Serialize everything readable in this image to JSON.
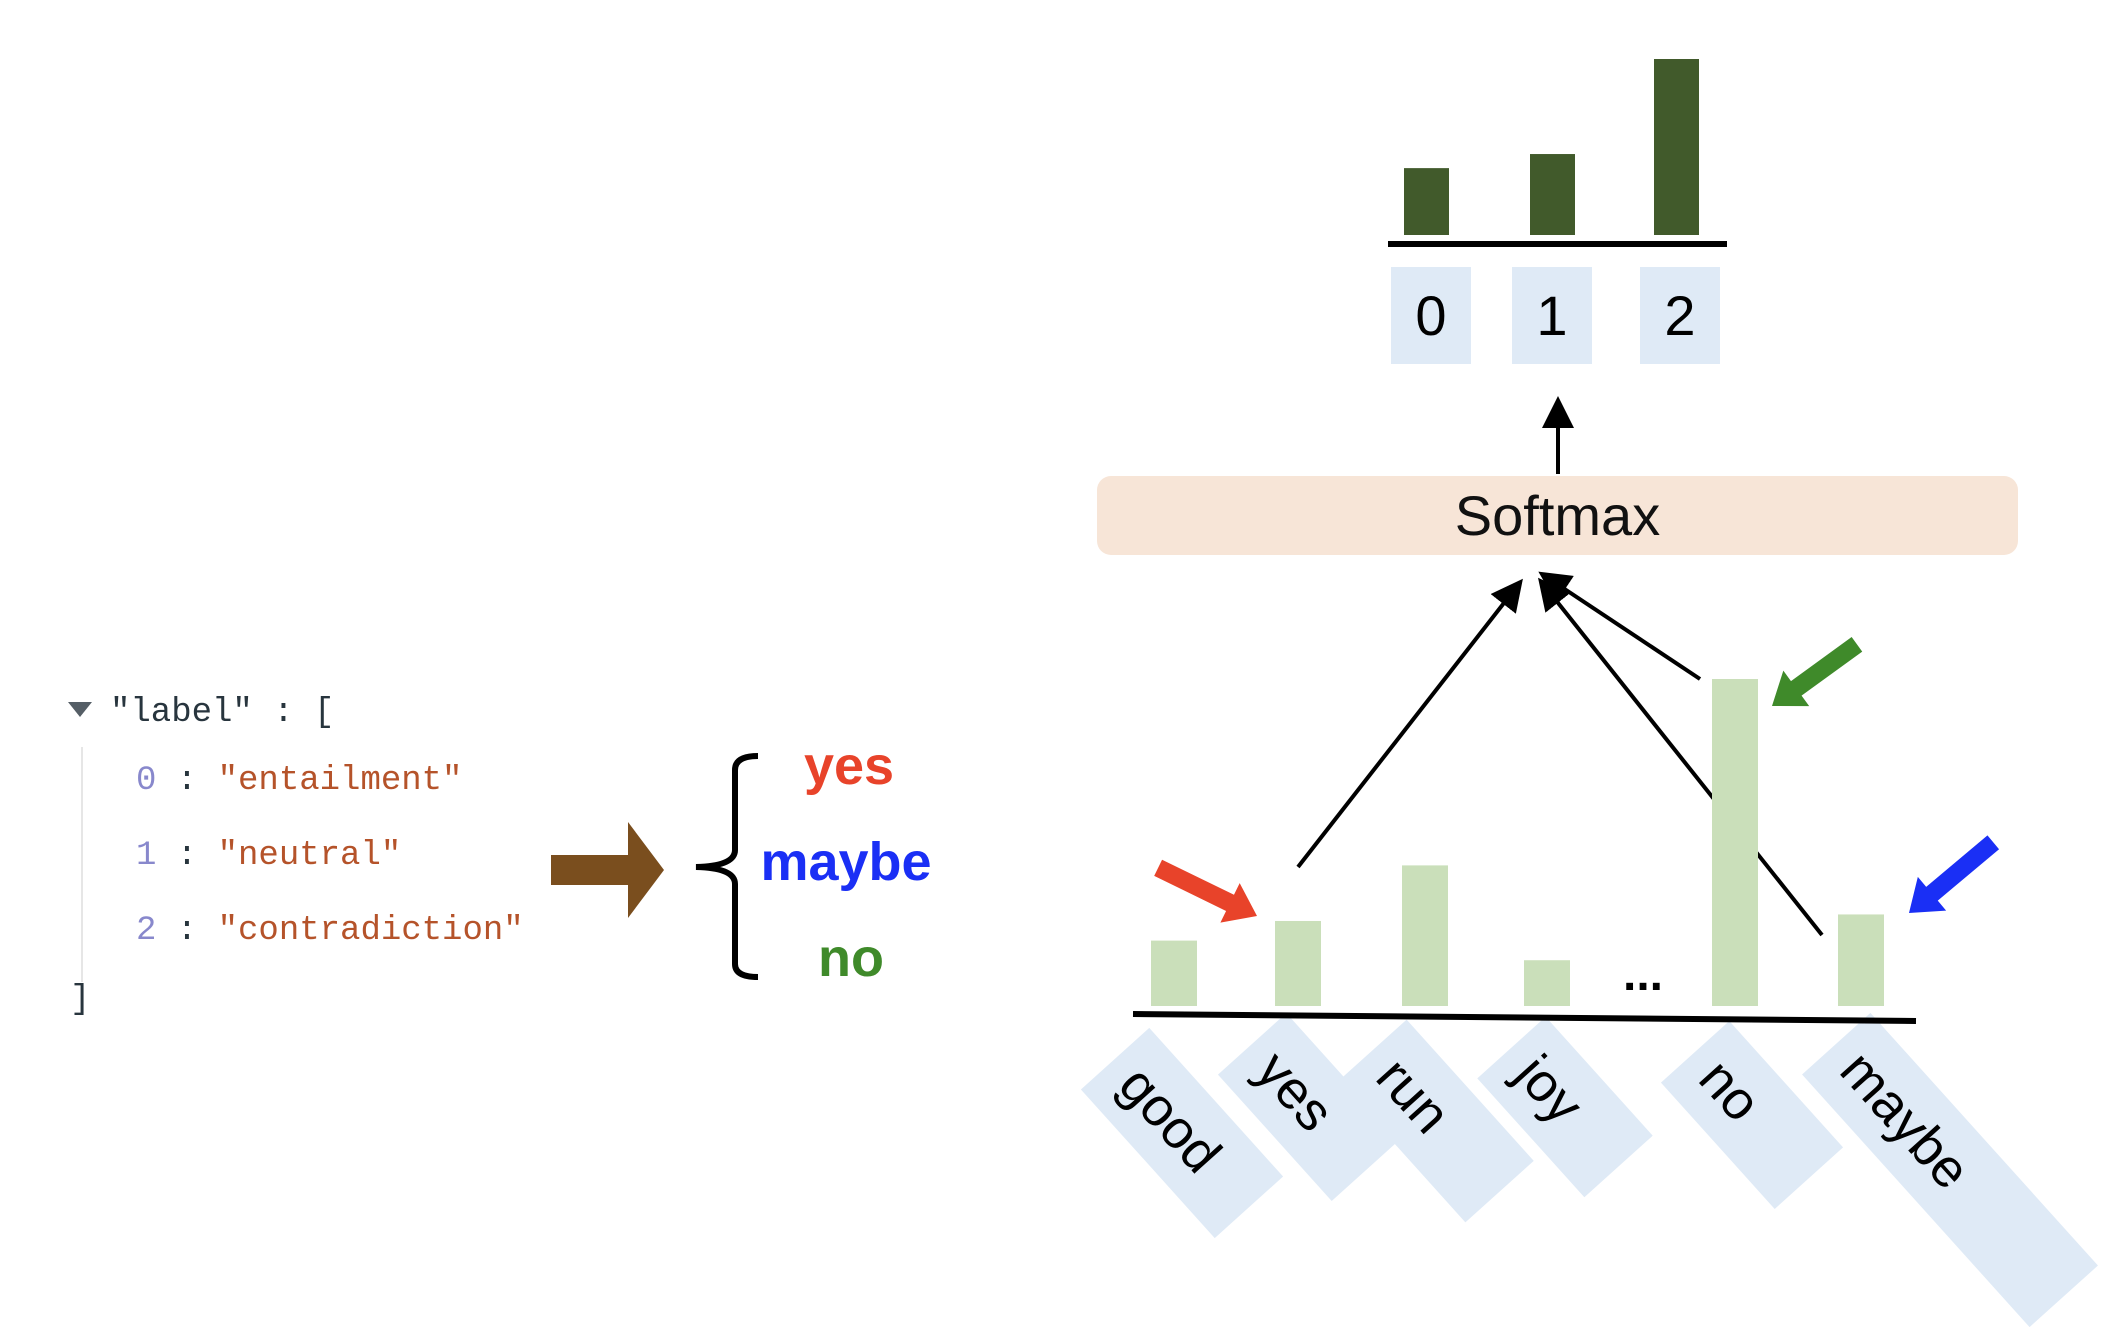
{
  "json_view": {
    "key_line": "\"label\" : [",
    "items": [
      {
        "index": "0",
        "sep": " : ",
        "value": "\"entailment\""
      },
      {
        "index": "1",
        "sep": " : ",
        "value": "\"neutral\""
      },
      {
        "index": "2",
        "sep": " : ",
        "value": "\"contradiction\""
      }
    ],
    "close": "]"
  },
  "answer_words": [
    {
      "text": "yes",
      "color": "#e8432a"
    },
    {
      "text": "maybe",
      "color": "#1a2ff5"
    },
    {
      "text": "no",
      "color": "#3f8a2a"
    }
  ],
  "class_output": {
    "labels": [
      "0",
      "1",
      "2"
    ],
    "relative_scores": [
      0.38,
      0.46,
      1.0
    ],
    "bar_color": "#415a2b"
  },
  "softmax": {
    "label": "Softmax"
  },
  "vocab": {
    "words": [
      "good",
      "yes",
      "run",
      "joy",
      "no",
      "maybe"
    ],
    "ellipsis": "...",
    "relative_scores": [
      0.2,
      0.26,
      0.43,
      0.14,
      1.0,
      0.28
    ],
    "bar_color": "#cadfba"
  },
  "colors": {
    "arrow_brown": "#7a4e1e",
    "label_bg": "#dfeaf6",
    "softmax_bg": "#f7e5d7"
  }
}
